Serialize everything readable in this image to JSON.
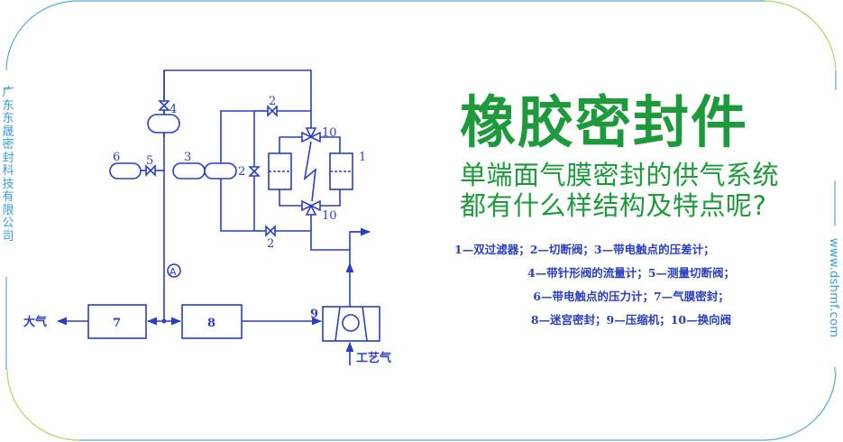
{
  "frame": {
    "border_color_blue": "#7ab8e0",
    "border_color_green": "#a8d86a"
  },
  "left_side": {
    "company_chars": [
      "广",
      "东",
      "东",
      "晟",
      "密",
      "封",
      "科",
      "技",
      "有",
      "限",
      "公",
      "司"
    ],
    "color": "#3a9ad9"
  },
  "right_side": {
    "website": "www.dshmf.com"
  },
  "heading": {
    "title": "橡胶密封件",
    "subtitle_line1": "单端面气膜密封的供气系统",
    "subtitle_line2": "都有什么样结构及特点呢?",
    "color": "#1e9a3c"
  },
  "legend": {
    "lines": [
      "1—双过滤器；2—切断阀；3—带电触点的压差计；",
      "4—带针形阀的流量计；5—测量切断阀；",
      "6—带电触点的压力计；7—气膜密封；",
      "8—迷宫密封；9—压缩机；10—换向阀"
    ],
    "color": "#2a3fbf"
  },
  "diagram": {
    "line_color": "#2a3fbf",
    "labels": {
      "atmosphere": "大气",
      "process_gas": "工艺气",
      "analyzer": "A",
      "box7": "7",
      "box8": "8",
      "n9": "9",
      "n1": "1",
      "n2_top": "2",
      "n2_mid": "2",
      "n2_bot": "2",
      "n3": "3",
      "n4": "4",
      "n5": "5",
      "n6": "6",
      "n10_top": "10",
      "n10_bot": "10"
    },
    "components": [
      {
        "id": 1,
        "name": "双过滤器"
      },
      {
        "id": 2,
        "name": "切断阀"
      },
      {
        "id": 3,
        "name": "带电触点的压差计"
      },
      {
        "id": 4,
        "name": "带针形阀的流量计"
      },
      {
        "id": 5,
        "name": "测量切断阀"
      },
      {
        "id": 6,
        "name": "带电触点的压力计"
      },
      {
        "id": 7,
        "name": "气膜密封"
      },
      {
        "id": 8,
        "name": "迷宫密封"
      },
      {
        "id": 9,
        "name": "压缩机"
      },
      {
        "id": 10,
        "name": "换向阀"
      }
    ]
  }
}
